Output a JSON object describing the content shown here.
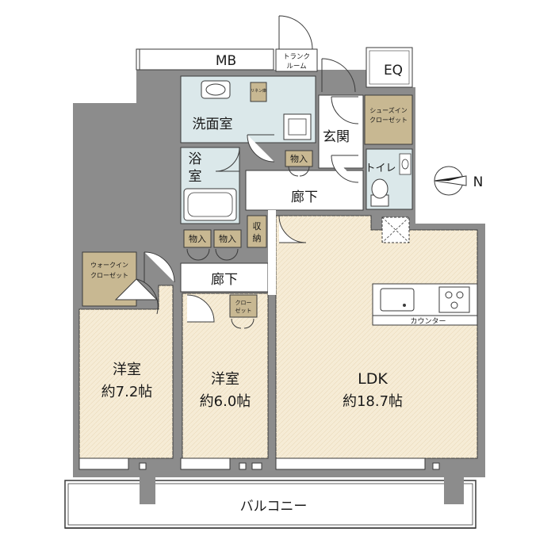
{
  "rooms": {
    "mb": "MB",
    "trunk_room": [
      "トランク",
      "ルーム"
    ],
    "eq": "EQ",
    "washroom": "洗面室",
    "bath": [
      "浴",
      "室"
    ],
    "genkan": "玄関",
    "shoes_closet": [
      "シューズイン",
      "クローゼット"
    ],
    "storage_top": "物入",
    "toilet": "トイレ",
    "hall_upper": "廊下",
    "hall_lower": "廊下",
    "storage_left": "物入",
    "storage_right": "物入",
    "shuno": [
      "収",
      "納"
    ],
    "walkin_closet": [
      "ウォークイン",
      "クローゼット"
    ],
    "closet_small": [
      "クロー",
      "ゼット"
    ],
    "western_1_name": "洋室",
    "western_1_size": "約7.2帖",
    "western_2_name": "洋室",
    "western_2_size": "約6.0帖",
    "ldk_name": "LDK",
    "ldk_size": "約18.7帖",
    "counter": "カウンター",
    "balcony": "バルコニー",
    "compass": "N",
    "linen": "リネン庫"
  },
  "colors": {
    "wall": "#8c8c8c",
    "floor_wood": "#f6ecd6",
    "floor_tile": "#dbe8ea",
    "closet": "#c8b892",
    "outline": "#3a3a3a"
  }
}
